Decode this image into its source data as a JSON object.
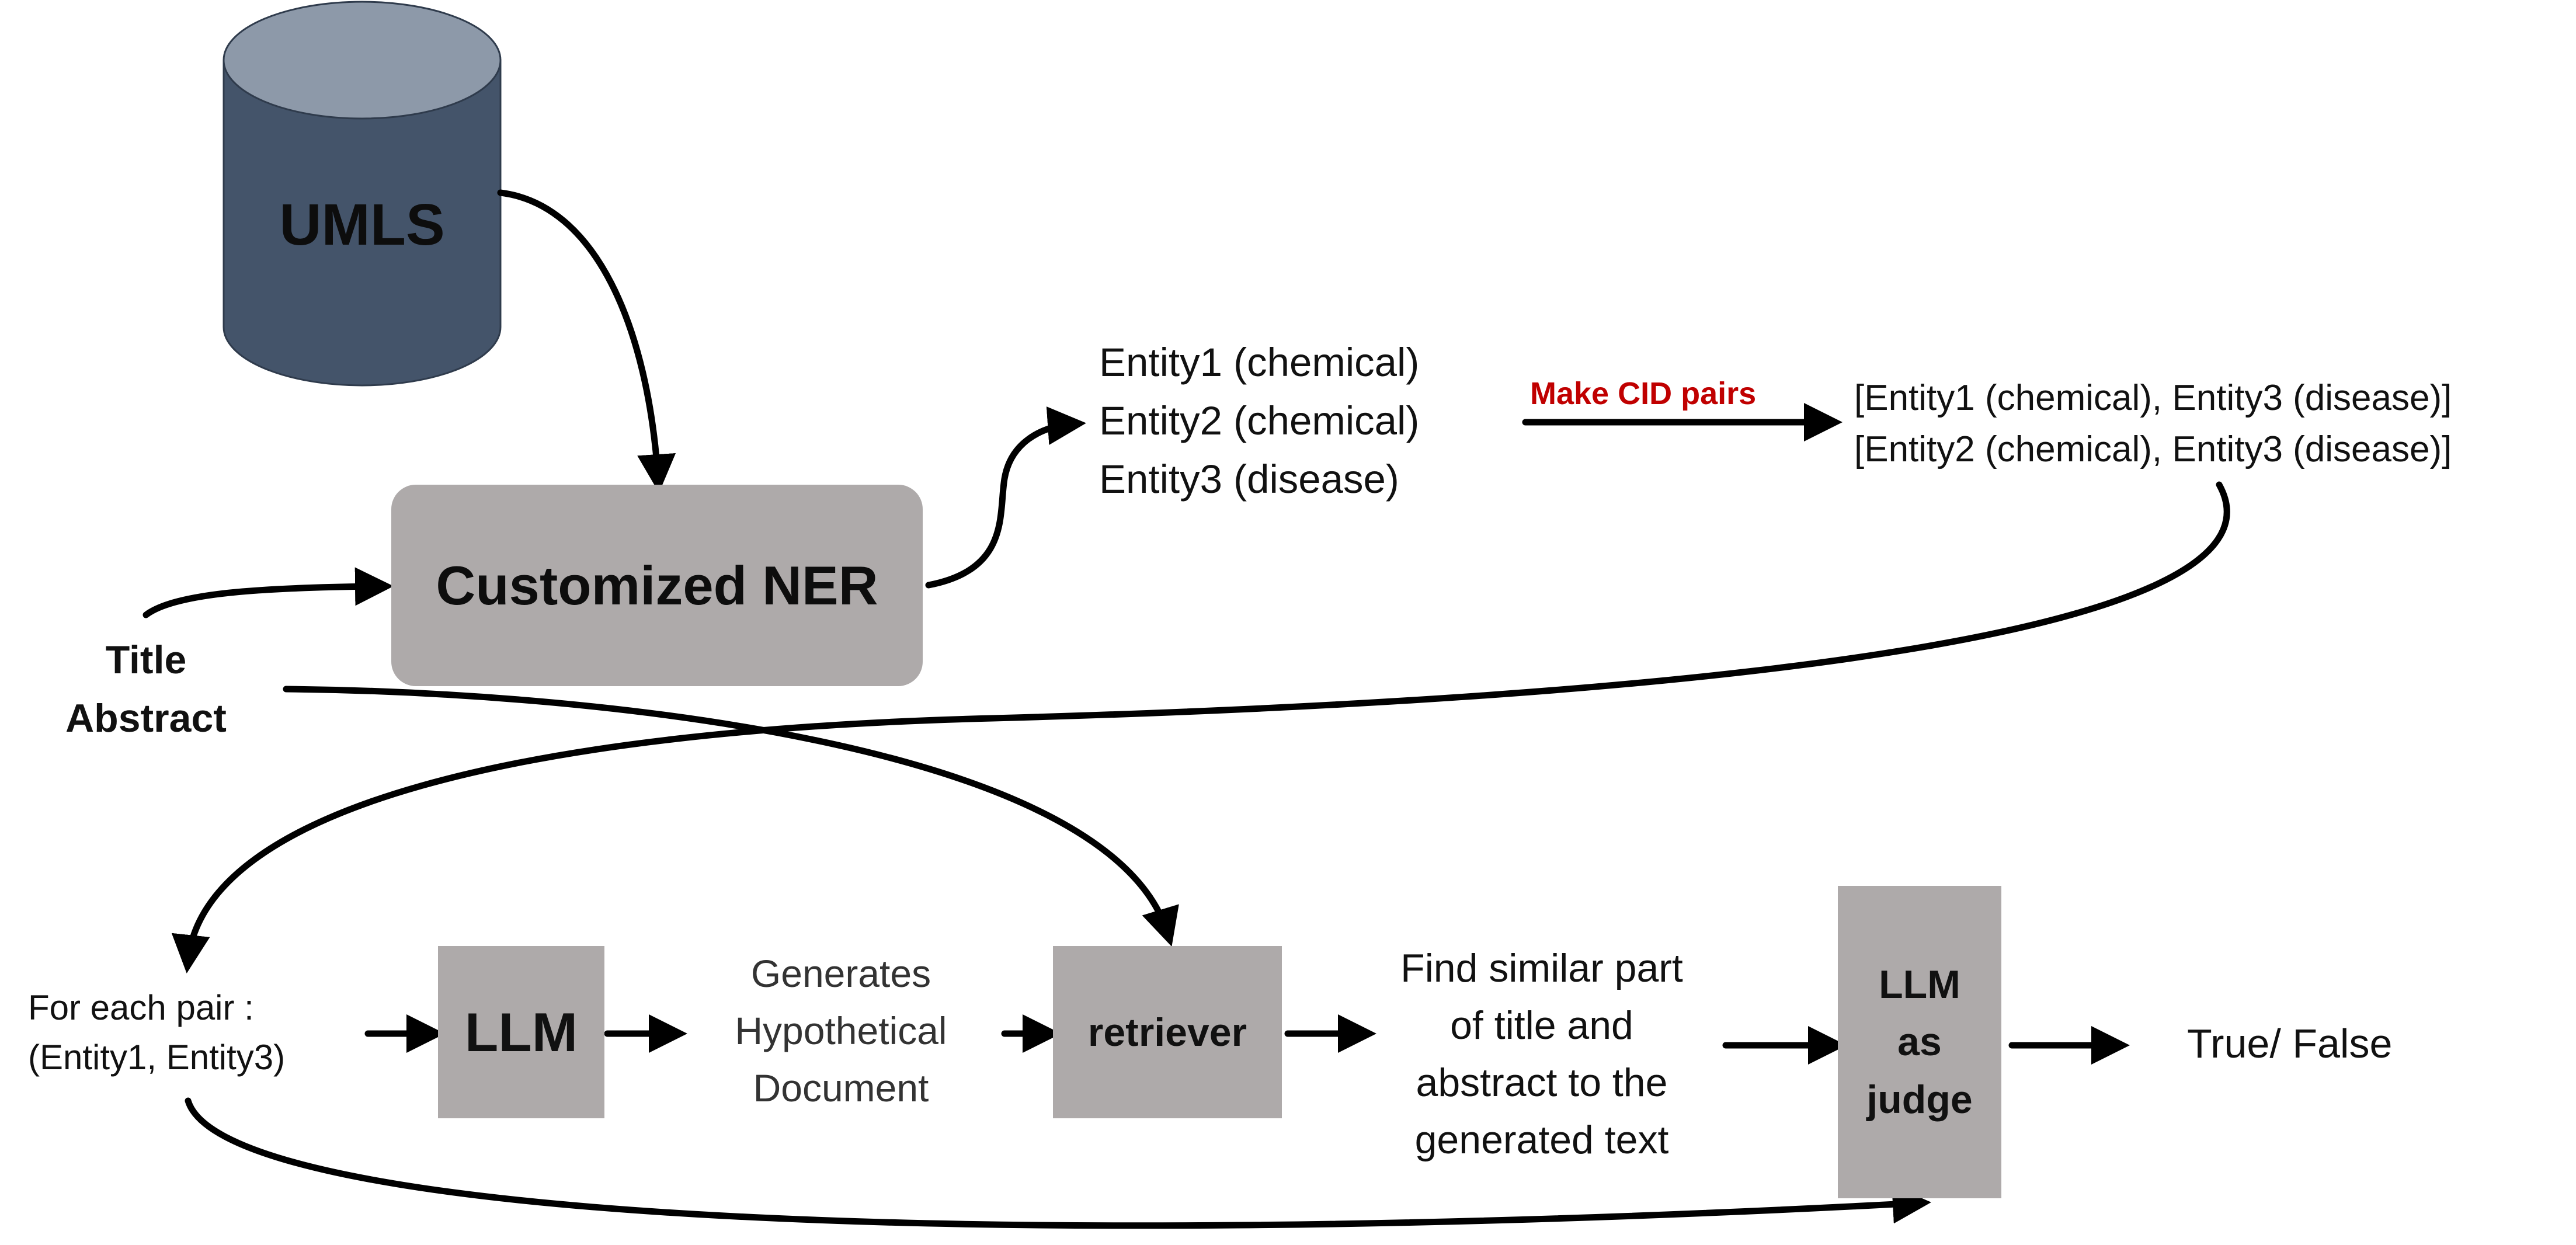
{
  "database": {
    "label": "UMLS",
    "color": "#44546a",
    "top_color": "#8d99a9"
  },
  "ner": {
    "label": "Customized NER"
  },
  "input": {
    "line1": "Title",
    "line2": "Abstract"
  },
  "entities": [
    "Entity1 (chemical)",
    "Entity2 (chemical)",
    "Entity3 (disease)"
  ],
  "make_pairs": {
    "label": "Make CID pairs",
    "color": "#c00000"
  },
  "pairs": [
    "[Entity1 (chemical), Entity3 (disease)]",
    "[Entity2 (chemical), Entity3 (disease)]"
  ],
  "for_each": {
    "line1": "For each pair :",
    "line2": "(Entity1, Entity3)"
  },
  "llm": {
    "label": "LLM"
  },
  "hypothetical": {
    "line1": "Generates",
    "line2": "Hypothetical",
    "line3": "Document"
  },
  "retriever": {
    "label": "retriever"
  },
  "find_similar": {
    "line1": "Find similar part",
    "line2": "of title and",
    "line3": "abstract to the",
    "line4": "generated text"
  },
  "judge": {
    "line1": "LLM",
    "line2": "as",
    "line3": "judge"
  },
  "output": {
    "label": "True/ False"
  },
  "box_color": "#aeaaaa"
}
